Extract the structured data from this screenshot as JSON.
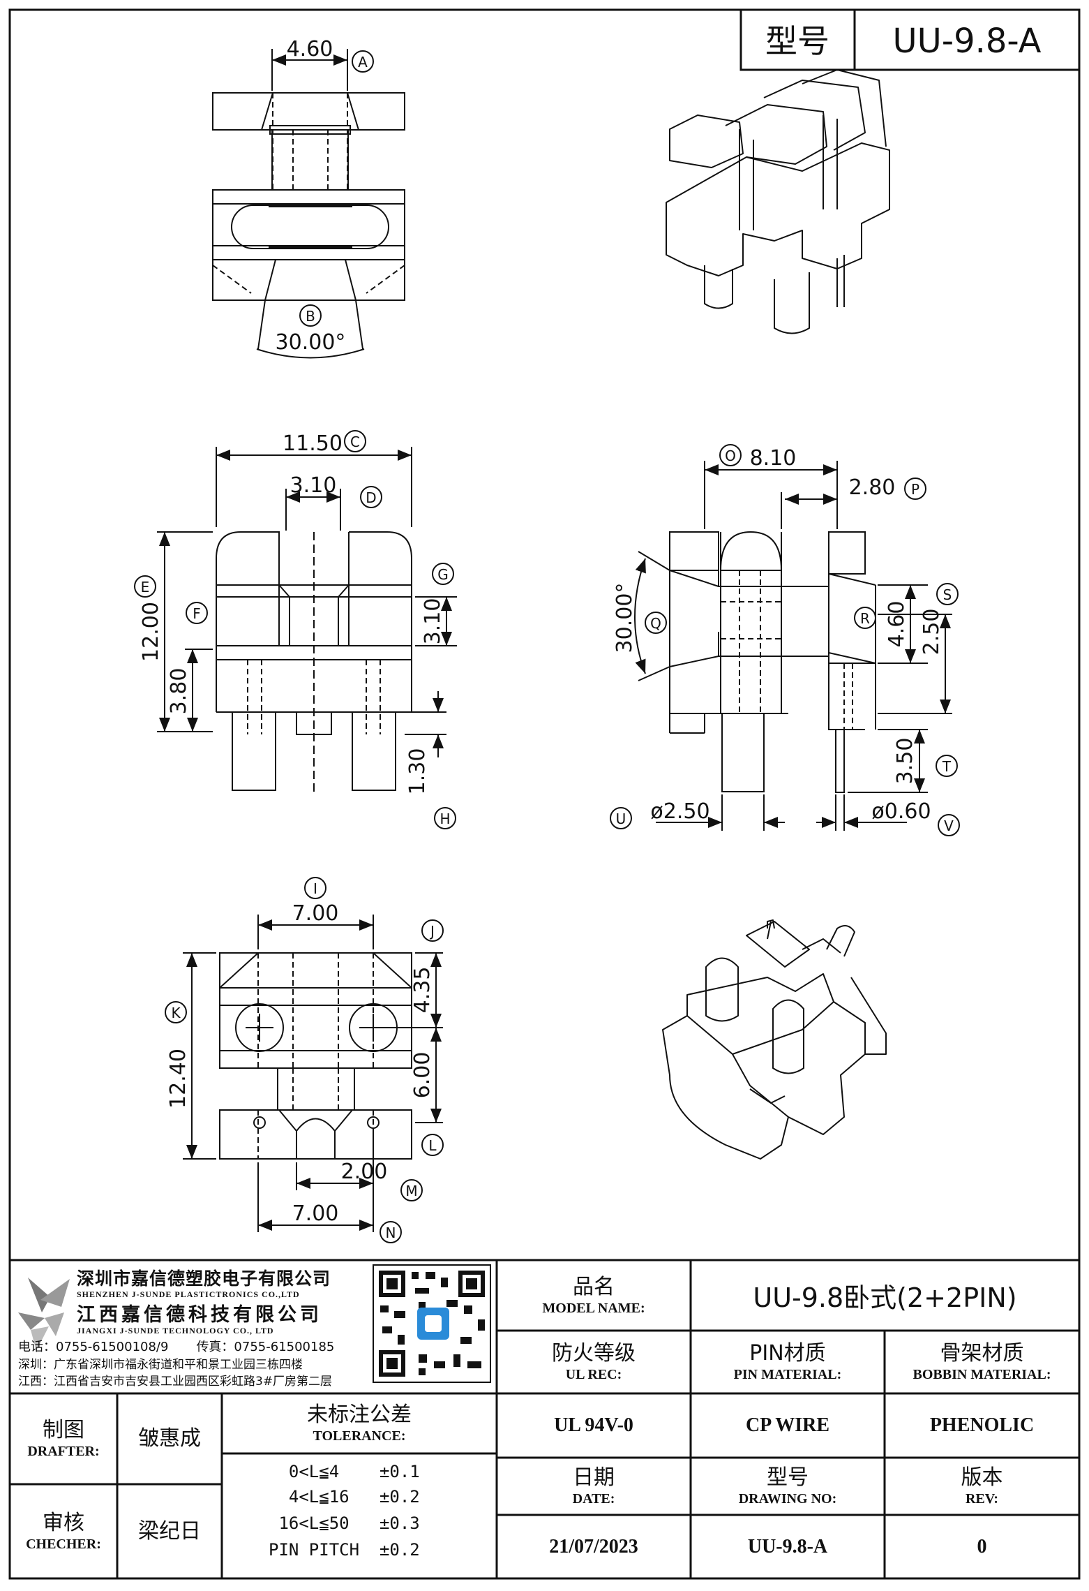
{
  "header": {
    "type_label": "型号",
    "type_value": "UU-9.8-A"
  },
  "views": {
    "top": {
      "dim_width": "4.60",
      "dim_angle": "30.00°",
      "tag_a": "A",
      "tag_b": "B"
    },
    "front": {
      "dim_width": "11.50",
      "dim_core": "3.10",
      "dim_height": "12.00",
      "dim_lower": "3.80",
      "dim_slot": "3.10",
      "dim_pin_step": "1.30",
      "tag_c": "C",
      "tag_d": "D",
      "tag_e": "E",
      "tag_f": "F",
      "tag_g": "G",
      "tag_h": "H"
    },
    "side": {
      "dim_width": "8.10",
      "dim_flange": "2.80",
      "dim_angle": "30.00°",
      "dim_s1": "4.60",
      "dim_s2": "2.50",
      "dim_pin_len": "3.50",
      "dim_pin_d1": "ø2.50",
      "dim_pin_d2": "ø0.60",
      "tag_o": "O",
      "tag_p": "P",
      "tag_q": "Q",
      "tag_r": "R",
      "tag_s": "S",
      "tag_t": "T",
      "tag_u": "U",
      "tag_v": "V"
    },
    "bottom": {
      "dim_top": "7.00",
      "dim_total": "12.40",
      "dim_upper": "4.35",
      "dim_lower": "6.00",
      "dim_pin_gap": "2.00",
      "dim_bottom": "7.00",
      "tag_i": "I",
      "tag_j": "J",
      "tag_k": "K",
      "tag_l": "L",
      "tag_m": "M",
      "tag_n": "N"
    }
  },
  "company": {
    "name_cn_1": "深圳市嘉信德塑胶电子有限公司",
    "name_en_1": "SHENZHEN J-SUNDE PLASTICTRONICS CO.,LTD",
    "name_cn_2": "江西嘉信德科技有限公司",
    "name_en_2": "JIANGXI J-SUNDE TECHNOLOGY CO., LTD",
    "phone": "电话：0755-61500108/9",
    "fax": "传真：0755-61500185",
    "addr_sz": "深圳：广东省深圳市福永街道和平和景工业园三栋四楼",
    "addr_jx": "江西：江西省吉安市吉安县工业园西区彩虹路3#厂房第二层"
  },
  "title_block": {
    "model_name_cn": "品名",
    "model_name_en": "MODEL NAME:",
    "model_name_value": "UU-9.8卧式(2+2PIN)",
    "ul_cn": "防火等级",
    "ul_en": "UL REC:",
    "ul_value": "UL 94V-0",
    "pin_cn": "PIN材质",
    "pin_en": "PIN MATERIAL:",
    "pin_value": "CP WIRE",
    "bobbin_cn": "骨架材质",
    "bobbin_en": "BOBBIN MATERIAL:",
    "bobbin_value": "PHENOLIC",
    "date_cn": "日期",
    "date_en": "DATE:",
    "date_value": "21/07/2023",
    "drawing_cn": "型号",
    "drawing_en": "DRAWING NO:",
    "drawing_value": "UU-9.8-A",
    "rev_cn": "版本",
    "rev_en": "REV:",
    "rev_value": "0",
    "drafter_cn": "制图",
    "drafter_en": "DRAFTER:",
    "drafter_name": "皱惠成",
    "checker_cn": "审核",
    "checker_en": "CHECHER:",
    "checker_name": "梁纪日",
    "tolerance_cn": "未标注公差",
    "tolerance_en": "TOLERANCE:",
    "tolerance_rows": [
      {
        "range": "  0<L≦4 ",
        "value": "±0.1"
      },
      {
        "range": "  4<L≦16",
        "value": "±0.2"
      },
      {
        "range": " 16<L≦50",
        "value": "±0.3"
      },
      {
        "range": "PIN PITCH",
        "value": "±0.2"
      }
    ]
  }
}
